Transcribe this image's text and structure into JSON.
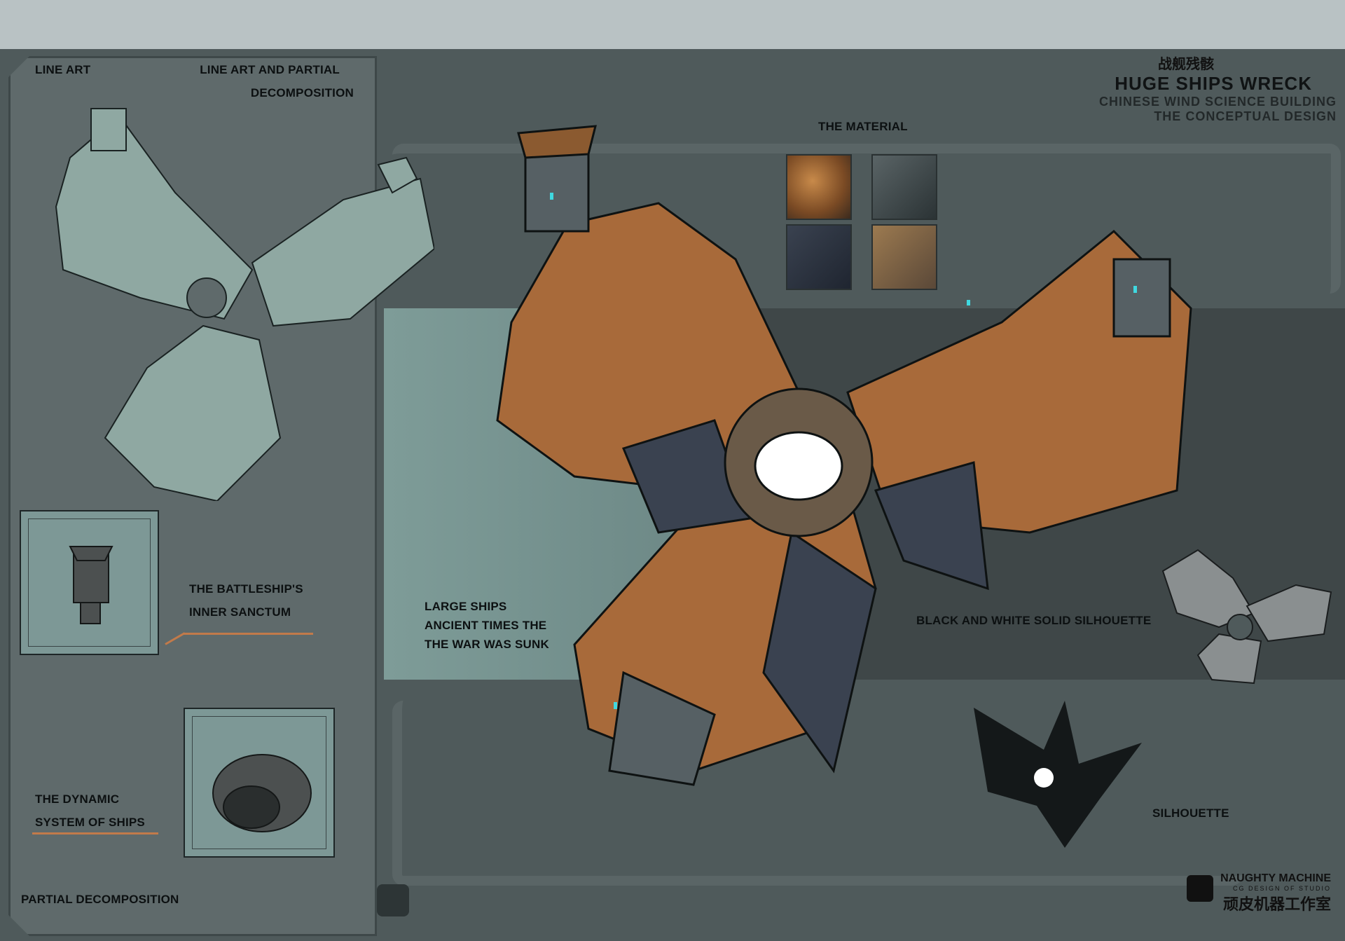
{
  "title": {
    "cn": "战舰残骸",
    "main": "HUGE SHIPS WRECK",
    "sub1": "CHINESE WIND SCIENCE BUILDING",
    "sub2": "THE CONCEPTUAL DESIGN"
  },
  "labels": {
    "line_art": "LINE ART",
    "line_art_partial_1": "LINE ART AND PARTIAL",
    "line_art_partial_2": "DECOMPOSITION",
    "material": "THE MATERIAL",
    "inner_sanctum_1": "THE BATTLESHIP'S",
    "inner_sanctum_2": "INNER SANCTUM",
    "dynamic_1": "THE DYNAMIC",
    "dynamic_2": "SYSTEM OF SHIPS",
    "partial_decomposition": "PARTIAL DECOMPOSITION",
    "large_ships_1": "LARGE SHIPS",
    "large_ships_2": "ANCIENT TIMES THE",
    "large_ships_3": "THE WAR WAS SUNK",
    "bw_silhouette": "BLACK AND WHITE SOLID SILHOUETTE",
    "silhouette": "SILHOUETTE"
  },
  "logo": {
    "en": "NAUGHTY MACHINE",
    "tag": "CG DESIGN OF STUDIO",
    "cn": "顽皮机器工作室"
  },
  "colors": {
    "rust": "#a86a3a",
    "steel": "#3a4250",
    "line_art": "#8fa8a2",
    "accent": "#c27a4a",
    "cyan": "#3fd8e0"
  },
  "materials": [
    "rust-texture",
    "steel-texture",
    "dark-metal-texture",
    "worn-bronze-texture"
  ]
}
